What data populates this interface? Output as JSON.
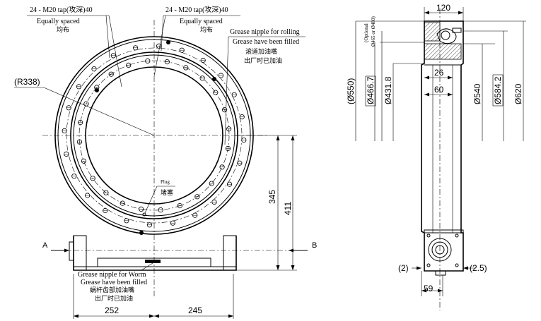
{
  "front_view": {
    "left_holes_note": {
      "line1": "24 - M20 tap(攻深)40",
      "line2": "Equally spaced",
      "line3": "均布"
    },
    "right_holes_note": {
      "line1": "24 - M20 tap(攻深)40",
      "line2": "Equally spaced",
      "line3": "均布"
    },
    "rolling_grease_note": {
      "line1": "Grease nipple for rolling",
      "line2": "Grease have been filled",
      "line3": "滚道加油嘴",
      "line4": "出厂时已加油"
    },
    "plug_note": {
      "line1": "Plug",
      "line2": "堵塞"
    },
    "worm_grease_note": {
      "line1": "Grease nipple for Worm",
      "line2": "Grease have been filled",
      "line3": "蜗杆齿部加油嘴",
      "line4": "出厂时已加油"
    },
    "radius_label": "(R338)",
    "section_a": "A",
    "section_b": "B",
    "dim_345": "345",
    "dim_411": "411",
    "dim_252": "252",
    "dim_245": "245"
  },
  "side_view": {
    "dim_120": "120",
    "optional_line1": "(Optional",
    "optional_line2": "Ø465 or Ø480)",
    "dim_550": "(Ø550)",
    "dim_466": "Ø466.7",
    "dim_431": "Ø431.8",
    "dim_26": "26",
    "dim_60": "60",
    "dim_540": "Ø540",
    "dim_584": "Ø584.2",
    "dim_620": "Ø620",
    "dim_2": "(2)",
    "dim_25": "(2.5)",
    "dim_59": "59"
  }
}
